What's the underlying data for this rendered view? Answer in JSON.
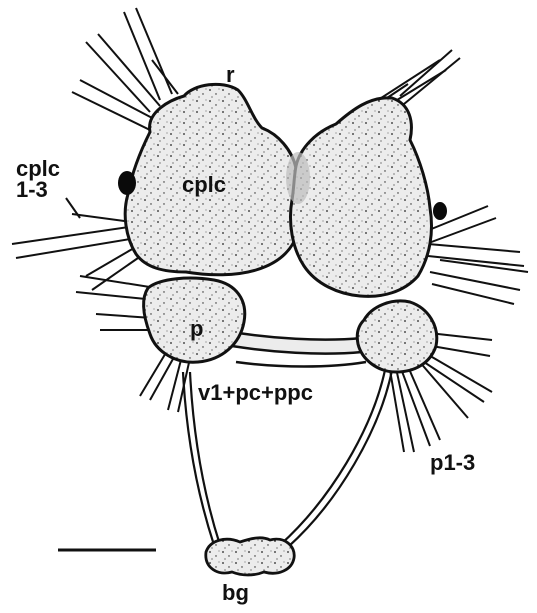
{
  "labels": {
    "r": "r",
    "cplc_side_line1": "cplc",
    "cplc_side_line2": "1-3",
    "cplc_center": "cplc",
    "p": "p",
    "v1_pc_ppc": "v1+pc+ppc",
    "p1_3": "p1-3",
    "bg": "bg"
  },
  "colors": {
    "ink": "#111111",
    "tissue_fill": "#ececec",
    "background": "#ffffff"
  }
}
